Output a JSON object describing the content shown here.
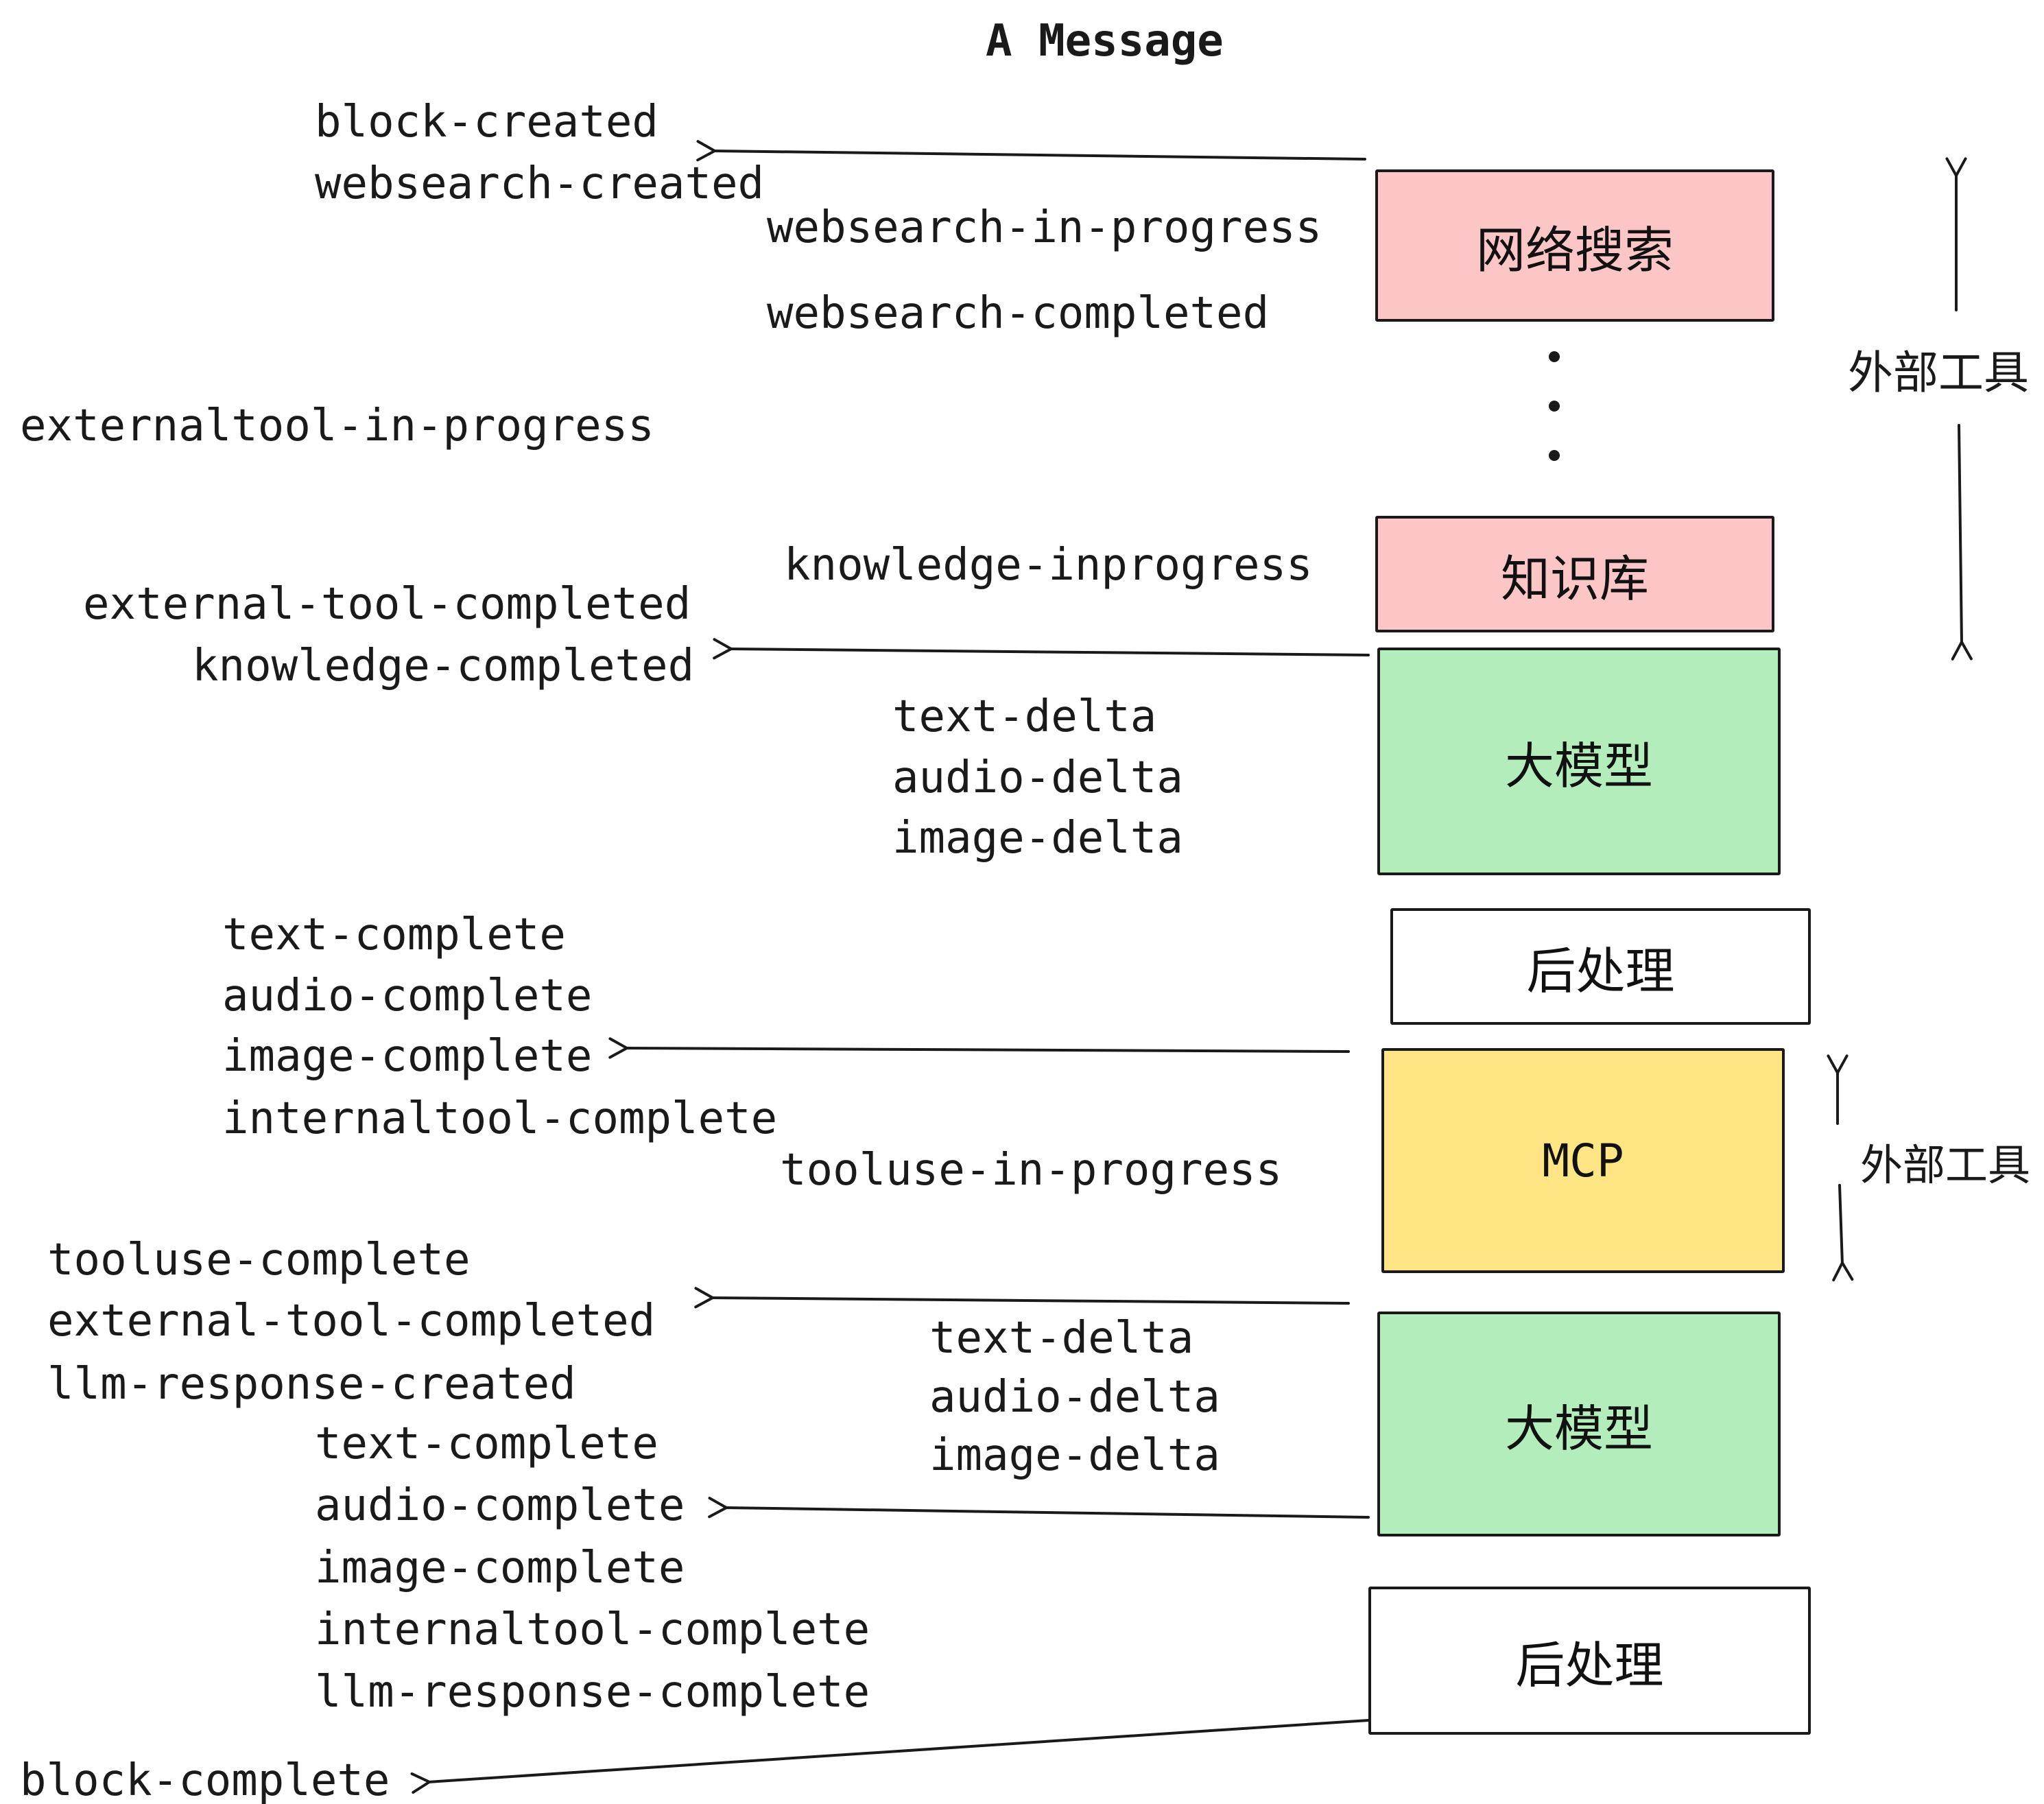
{
  "title": "A Message",
  "events": [
    {
      "id": "block-created",
      "text": "block-created"
    },
    {
      "id": "websearch-created",
      "text": "websearch-created"
    },
    {
      "id": "websearch-in-progress",
      "text": "websearch-in-progress"
    },
    {
      "id": "websearch-completed",
      "text": "websearch-completed"
    },
    {
      "id": "externaltool-in-progress",
      "text": "externaltool-in-progress"
    },
    {
      "id": "knowledge-inprogress",
      "text": "knowledge-inprogress"
    },
    {
      "id": "external-tool-completed",
      "text": "external-tool-completed"
    },
    {
      "id": "knowledge-completed",
      "text": "knowledge-completed"
    },
    {
      "id": "text-delta-1",
      "text": "text-delta"
    },
    {
      "id": "audio-delta-1",
      "text": "audio-delta"
    },
    {
      "id": "image-delta-1",
      "text": "image-delta"
    },
    {
      "id": "text-complete-1",
      "text": "text-complete"
    },
    {
      "id": "audio-complete-1",
      "text": "audio-complete"
    },
    {
      "id": "image-complete-1",
      "text": "image-complete"
    },
    {
      "id": "internaltool-complete-1",
      "text": "internaltool-complete"
    },
    {
      "id": "tooluse-in-progress",
      "text": "tooluse-in-progress"
    },
    {
      "id": "tooluse-complete",
      "text": "tooluse-complete"
    },
    {
      "id": "external-tool-completed-2",
      "text": "external-tool-completed"
    },
    {
      "id": "llm-response-created",
      "text": "llm-response-created"
    },
    {
      "id": "text-delta-2",
      "text": "text-delta"
    },
    {
      "id": "audio-delta-2",
      "text": "audio-delta"
    },
    {
      "id": "image-delta-2",
      "text": "image-delta"
    },
    {
      "id": "text-complete-2",
      "text": "text-complete"
    },
    {
      "id": "audio-complete-2",
      "text": "audio-complete"
    },
    {
      "id": "image-complete-2",
      "text": "image-complete"
    },
    {
      "id": "internaltool-complete-2",
      "text": "internaltool-complete"
    },
    {
      "id": "llm-response-complete",
      "text": "llm-response-complete"
    },
    {
      "id": "block-complete",
      "text": "block-complete"
    }
  ],
  "boxes": [
    {
      "id": "websearch",
      "label": "网络搜索",
      "color": "#fcc6c6"
    },
    {
      "id": "knowledge",
      "label": "知识库",
      "color": "#fcc6c6"
    },
    {
      "id": "llm-top",
      "label": "大模型",
      "color": "#b4edbc"
    },
    {
      "id": "postprocess-top",
      "label": "后处理",
      "color": "#ffffff"
    },
    {
      "id": "mcp",
      "label": "MCP",
      "color": "#ffe584"
    },
    {
      "id": "llm-bottom",
      "label": "大模型",
      "color": "#b4edbc"
    },
    {
      "id": "postprocess-bottom",
      "label": "后处理",
      "color": "#ffffff"
    }
  ],
  "side_labels": [
    {
      "id": "external-tools-top",
      "text": "外部工具"
    },
    {
      "id": "external-tools-middle",
      "text": "外部工具"
    }
  ],
  "colors": {
    "stroke": "#1a1a1a",
    "background": "#ffffff",
    "box_pink": "#fcc6c6",
    "box_green": "#b4edbc",
    "box_yellow": "#ffe584",
    "box_white": "#ffffff"
  }
}
